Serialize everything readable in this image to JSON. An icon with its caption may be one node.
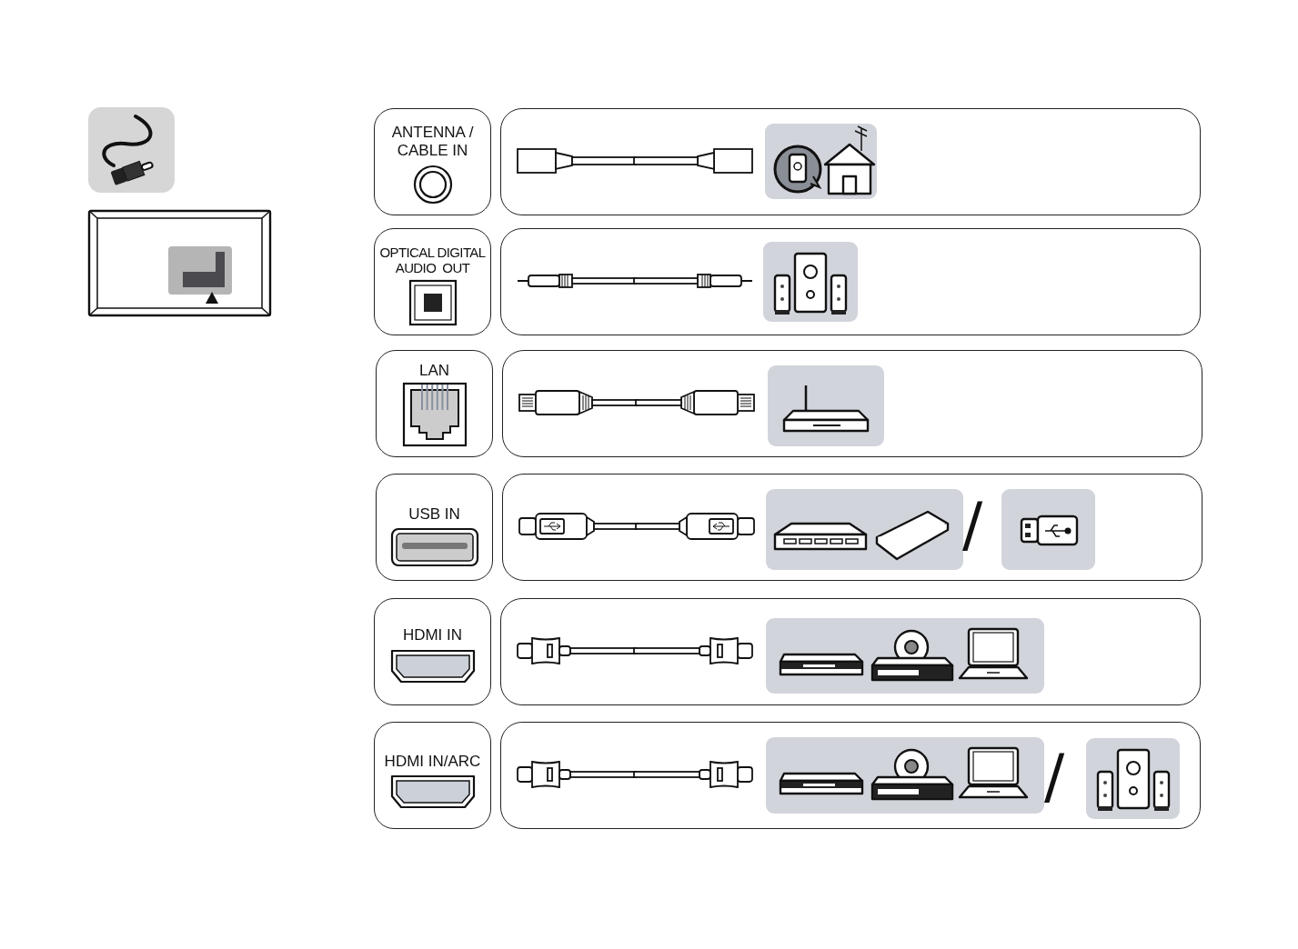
{
  "diagram": {
    "nodes": [
      {
        "text": [
          "ANTENNA / CABLE IN"
        ]
      },
      {
        "text": [],
        "shape": "box"
      },
      {
        "text": [
          "OPTICAL DIGITAL AUDIO  OUT"
        ]
      },
      {
        "text": [],
        "shape": "box"
      },
      {
        "text": [
          "LAN"
        ]
      },
      {
        "text": [],
        "shape": "box"
      },
      {
        "text": [
          "USB IN"
        ]
      },
      {
        "text": [],
        "shape": "box"
      },
      {
        "text": [
          "HDMI IN"
        ]
      },
      {
        "text": [],
        "shape": "box"
      },
      {
        "text": [
          "HDMI IN/ARC"
        ]
      },
      {
        "text": [],
        "shape": "box"
      }
    ],
    "labels": [
      "/",
      "/"
    ]
  }
}
